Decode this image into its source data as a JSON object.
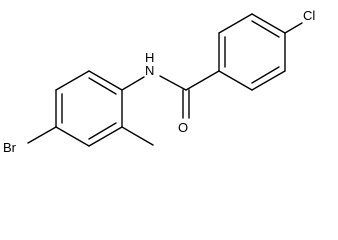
{
  "molecule": {
    "atoms": {
      "bromo": "Br",
      "amide_nitrogen": "N",
      "amide_hydrogen": "H",
      "carbonyl_oxygen": "O",
      "chloro": "Cl"
    }
  },
  "colors": {
    "bond": "#000000",
    "label": "#000000",
    "background": "#ffffff"
  }
}
